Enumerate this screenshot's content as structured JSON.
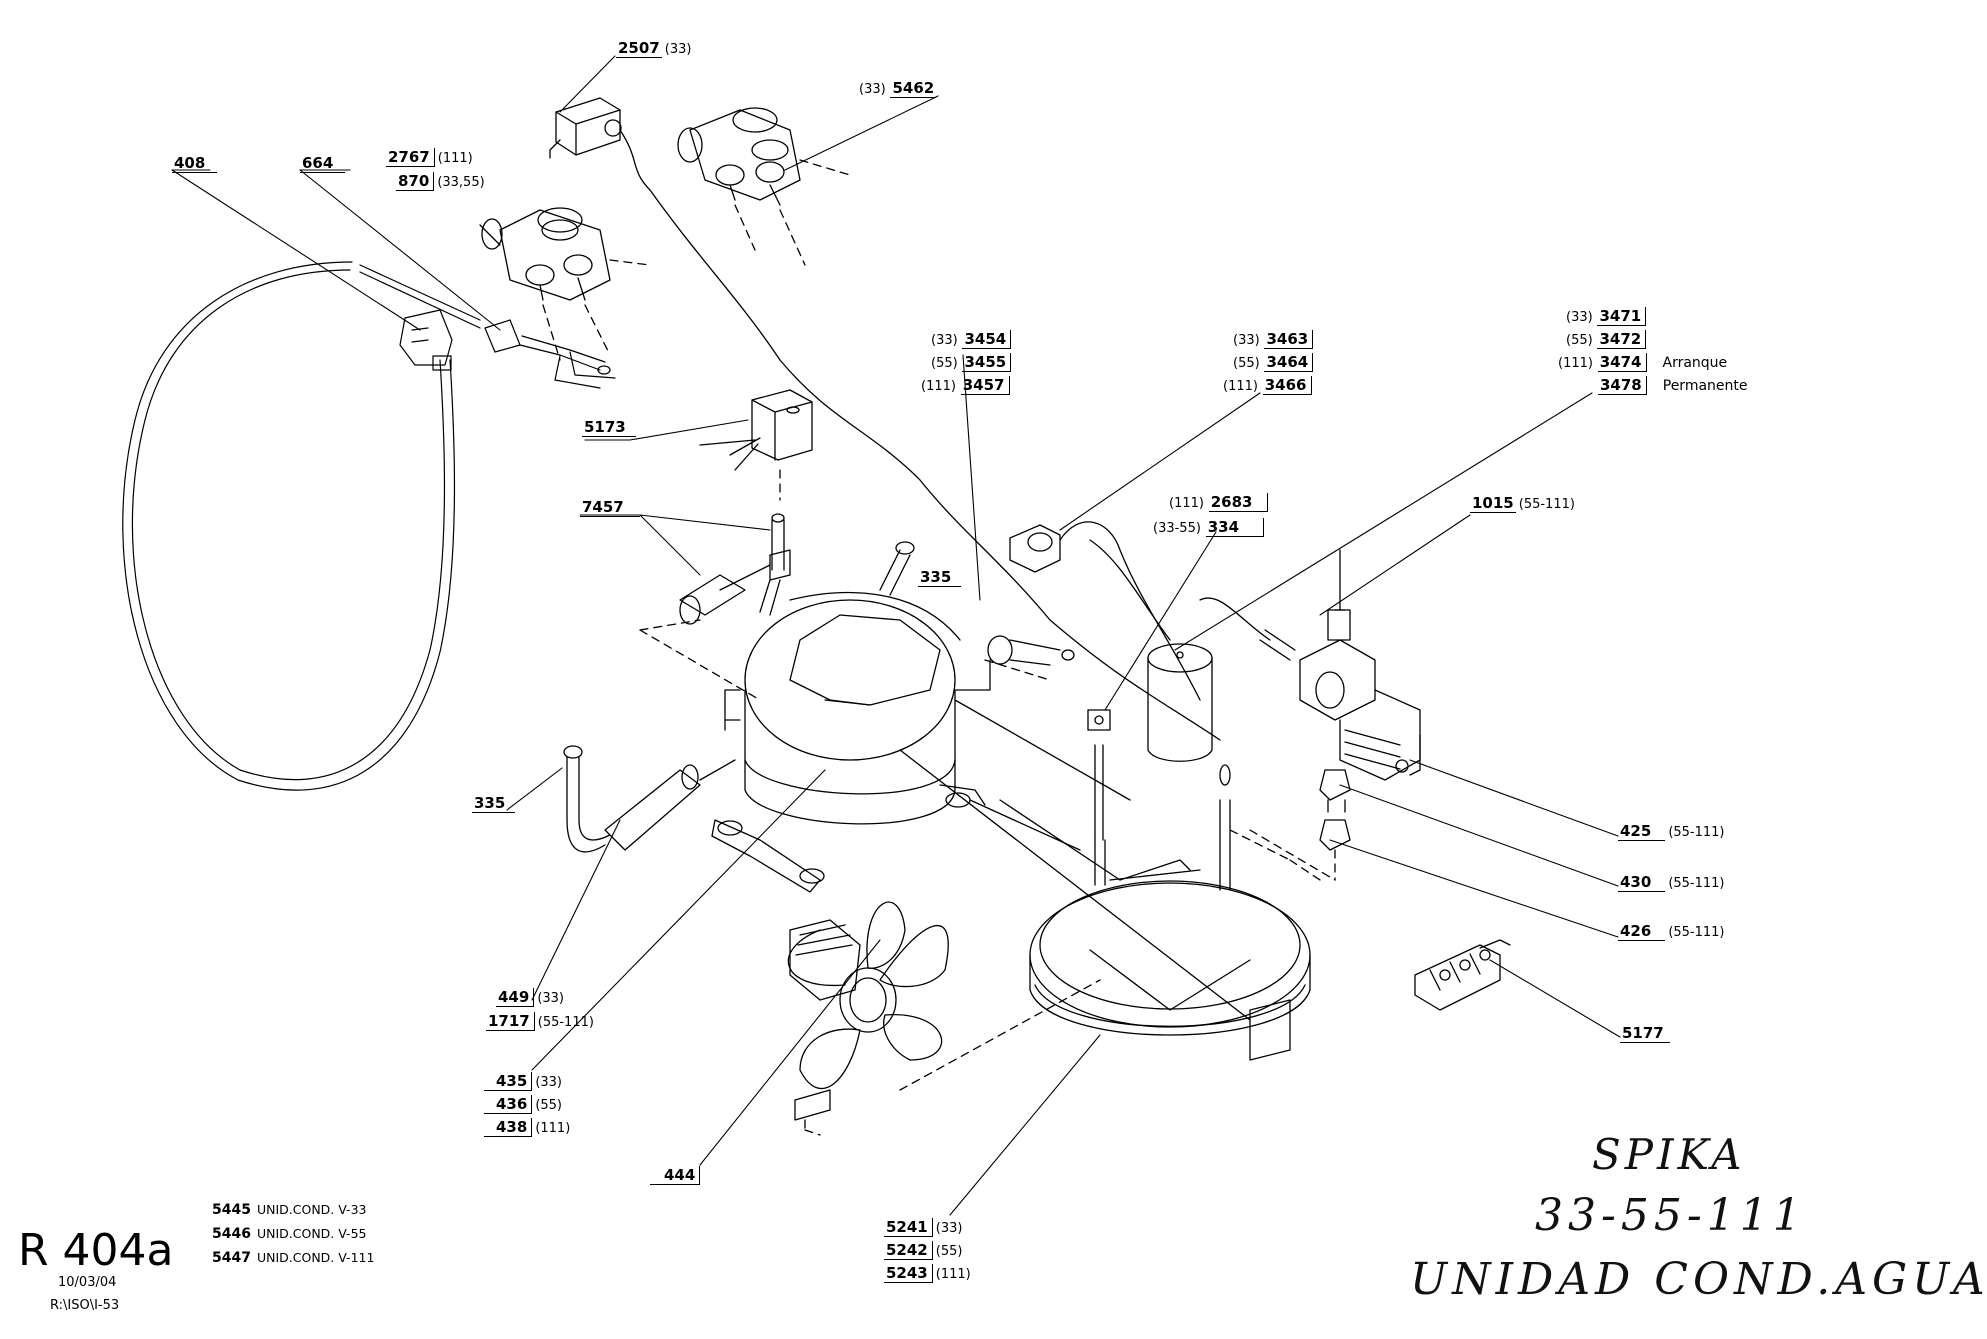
{
  "title": {
    "line1": "SPIKA",
    "line2": "33-55-111",
    "line3": "UNIDAD COND.AGUA"
  },
  "refrigerant": {
    "name": "R 404a",
    "date": "10/03/04",
    "path": "R:\\ISO\\I-53"
  },
  "legend": [
    {
      "code": "5445",
      "desc": "UNID.COND. V-33"
    },
    {
      "code": "5446",
      "desc": "UNID.COND. V-55"
    },
    {
      "code": "5447",
      "desc": "UNID.COND. V-111"
    }
  ],
  "labels": {
    "l2507": {
      "num": "2507",
      "note": "(33)"
    },
    "l5462": {
      "num": "5462",
      "note": "(33)"
    },
    "l408": {
      "num": "408"
    },
    "l664": {
      "num": "664"
    },
    "l2767": {
      "num": "2767",
      "note": "(111)"
    },
    "l870": {
      "num": "870",
      "note": "(33,55)"
    },
    "l5173": {
      "num": "5173"
    },
    "l7457": {
      "num": "7457"
    },
    "l335a": {
      "num": "335"
    },
    "l335b": {
      "num": "335"
    },
    "l3454": {
      "num": "3454",
      "note": "(33)"
    },
    "l3455": {
      "num": "3455",
      "note": "(55)"
    },
    "l3457": {
      "num": "3457",
      "note": "(111)"
    },
    "l3463": {
      "num": "3463",
      "note": "(33)"
    },
    "l3464": {
      "num": "3464",
      "note": "(55)"
    },
    "l3466": {
      "num": "3466",
      "note": "(111)"
    },
    "l3471": {
      "num": "3471",
      "note": "(33)"
    },
    "l3472": {
      "num": "3472",
      "note": "(55)"
    },
    "l3474": {
      "num": "3474",
      "note": "(111)",
      "tag": "Arranque"
    },
    "l3478": {
      "num": "3478",
      "tag": "Permanente"
    },
    "l2683": {
      "num": "2683",
      "note": "(111)"
    },
    "l334": {
      "num": "334",
      "note": "(33-55)"
    },
    "l1015": {
      "num": "1015",
      "note": "(55-111)"
    },
    "l425": {
      "num": "425",
      "note": "(55-111)"
    },
    "l430": {
      "num": "430",
      "note": "(55-111)"
    },
    "l426": {
      "num": "426",
      "note": "(55-111)"
    },
    "l5177": {
      "num": "5177"
    },
    "l449": {
      "num": "449",
      "note": "(33)"
    },
    "l1717": {
      "num": "1717",
      "note": "(55-111)"
    },
    "l435": {
      "num": "435",
      "note": "(33)"
    },
    "l436": {
      "num": "436",
      "note": "(55)"
    },
    "l438": {
      "num": "438",
      "note": "(111)"
    },
    "l444": {
      "num": "444"
    },
    "l5241": {
      "num": "5241",
      "note": "(33)"
    },
    "l5242": {
      "num": "5242",
      "note": "(55)"
    },
    "l5243": {
      "num": "5243",
      "note": "(111)"
    }
  }
}
